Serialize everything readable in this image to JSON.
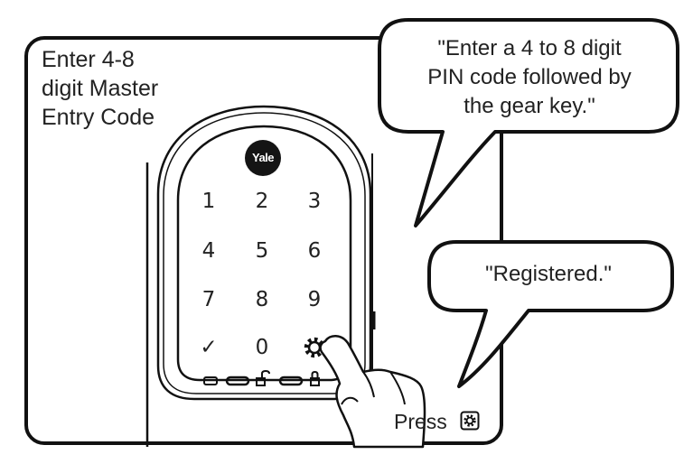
{
  "instruction": {
    "line1": "Enter 4-8",
    "line2": "digit Master",
    "line3": "Entry Code"
  },
  "speech_bubbles": [
    {
      "lines": [
        "\"Enter a 4 to 8 digit",
        "PIN code followed by",
        "the gear key.\""
      ]
    },
    {
      "lines": [
        "\"Registered.\""
      ]
    }
  ],
  "lock": {
    "brand": "Yale",
    "keys": [
      "1",
      "2",
      "3",
      "4",
      "5",
      "6",
      "7",
      "8",
      "9",
      "✓",
      "0",
      "gear-icon"
    ],
    "status_icons": [
      "battery-icon",
      "unlocked-padlock-icon",
      "locked-padlock-icon"
    ]
  },
  "press_label": "Press",
  "press_icon": "gear-icon"
}
